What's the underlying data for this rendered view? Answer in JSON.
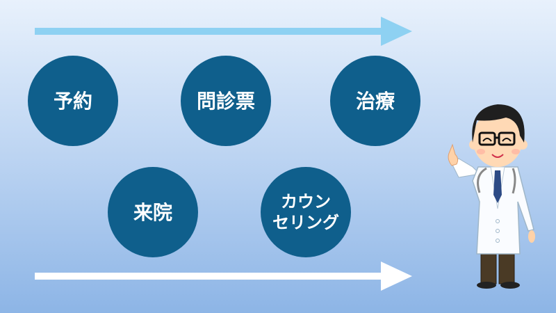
{
  "colors": {
    "circle": "#0f5f8c",
    "arrow_top": "#8ed1f2",
    "arrow_bottom": "#ffffff"
  },
  "steps": [
    {
      "label": "予約"
    },
    {
      "label": "問診票"
    },
    {
      "label": "治療"
    },
    {
      "label": "来院"
    },
    {
      "label": "カウンセリング",
      "line1": "カウン",
      "line2": "セリング"
    }
  ],
  "illustration": {
    "icon": "doctor-pointing-icon"
  }
}
